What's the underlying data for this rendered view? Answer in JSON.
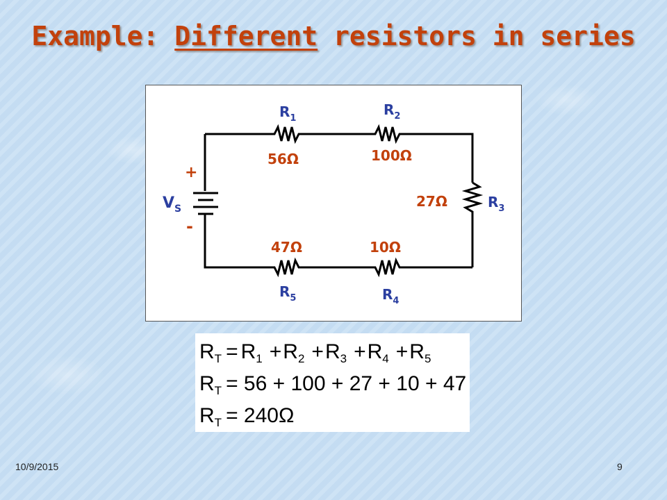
{
  "slide": {
    "title_prefix": "Example: ",
    "title_underlined": "Different",
    "title_suffix": " resistors in series",
    "date": "10/9/2015",
    "page_number": "9"
  },
  "circuit": {
    "source": {
      "label": "V",
      "subscript": "S",
      "plus": "+",
      "minus": "-"
    },
    "resistors": [
      {
        "name": "R",
        "sub": "1",
        "value": "56Ω"
      },
      {
        "name": "R",
        "sub": "2",
        "value": "100Ω"
      },
      {
        "name": "R",
        "sub": "3",
        "value": "27Ω"
      },
      {
        "name": "R",
        "sub": "4",
        "value": "10Ω"
      },
      {
        "name": "R",
        "sub": "5",
        "value": "47Ω"
      }
    ]
  },
  "equations": {
    "line1": {
      "lhs": "R",
      "lhs_sub": "T",
      "eq": "=",
      "terms": [
        {
          "t": "R",
          "s": "1"
        },
        {
          "t": "R",
          "s": "2"
        },
        {
          "t": "R",
          "s": "3"
        },
        {
          "t": "R",
          "s": "4"
        },
        {
          "t": "R",
          "s": "5"
        }
      ],
      "plus": "+"
    },
    "line2": {
      "lhs": "R",
      "lhs_sub": "T",
      "rhs": "= 56 + 100 + 27 + 10 + 47"
    },
    "line3": {
      "lhs": "R",
      "lhs_sub": "T",
      "rhs": "= 240Ω"
    }
  },
  "colors": {
    "title": "#c2410c",
    "label_blue": "#2b3fa0",
    "value_orange": "#c2410c",
    "background": "#c9e0f4"
  }
}
